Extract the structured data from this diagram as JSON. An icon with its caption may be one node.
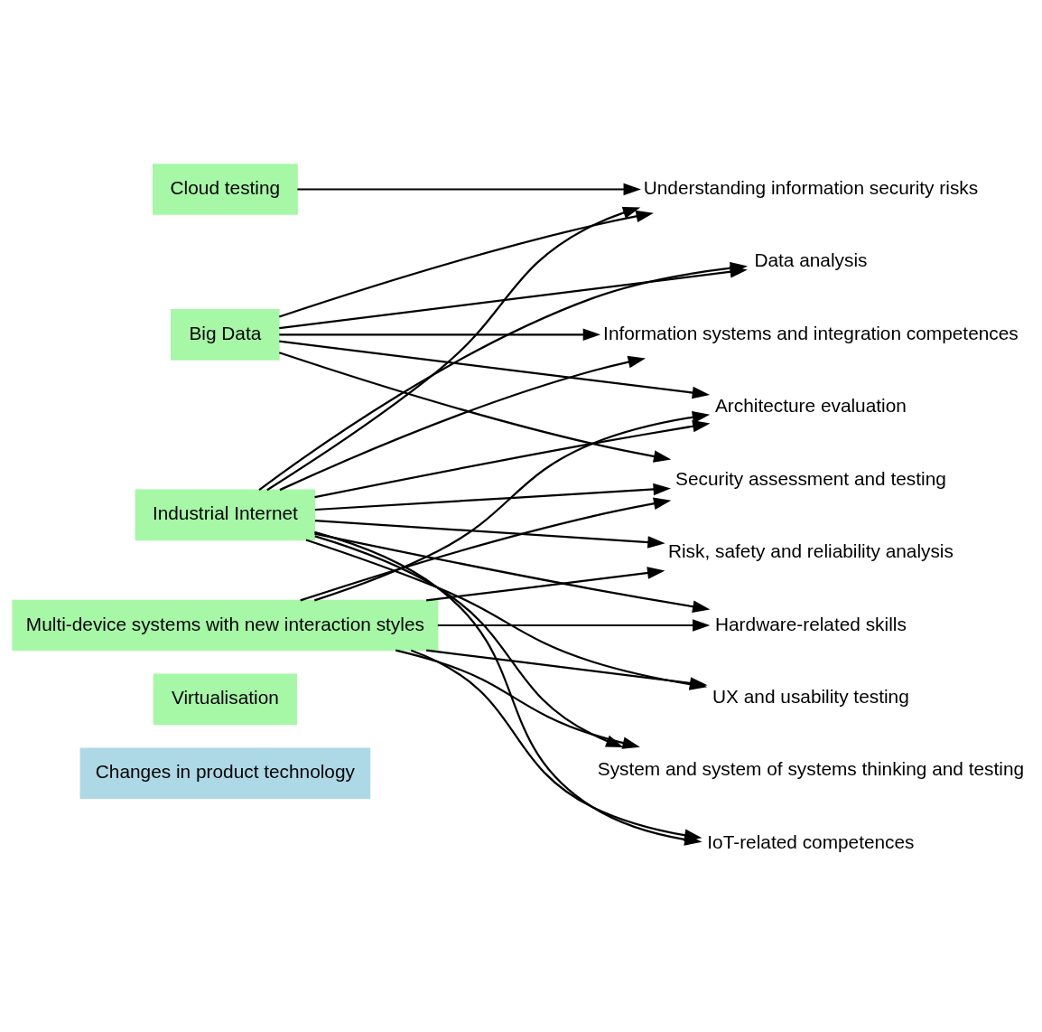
{
  "diagram": {
    "nodes": [
      {
        "text": [
          "Changes in product technology"
        ]
      },
      {
        "text": [
          "Virtualisation"
        ]
      },
      {
        "text": [
          "Cloud testing"
        ]
      },
      {
        "text": [
          "Big Data"
        ]
      },
      {
        "text": [
          "Industrial Internet"
        ]
      },
      {
        "text": [
          "Multi-device systems with new interaction styles"
        ]
      },
      {
        "text": [
          "Understanding information security risks"
        ]
      },
      {
        "text": [
          "Data analysis"
        ]
      },
      {
        "text": [
          "Information systems and integration competences"
        ]
      },
      {
        "text": [
          "Architecture evaluation"
        ]
      },
      {
        "text": [
          "Security assessment and testing"
        ]
      },
      {
        "text": [
          "Hardware-related skills"
        ]
      },
      {
        "text": [
          "UX and usability testing"
        ]
      },
      {
        "text": [
          "System and system of systems thinking and testing"
        ]
      },
      {
        "text": [
          "IoT-related competences"
        ]
      },
      {
        "text": [
          "Risk, safety and reliability analysis"
        ]
      }
    ],
    "edges": [
      {
        "from": 2,
        "to": 6,
        "arrow": "to"
      },
      {
        "from": 3,
        "to": 6,
        "arrow": "to"
      },
      {
        "from": 3,
        "to": 7,
        "arrow": "to"
      },
      {
        "from": 3,
        "to": 8,
        "arrow": "to"
      },
      {
        "from": 3,
        "to": 9,
        "arrow": "to"
      },
      {
        "from": 3,
        "to": 10,
        "arrow": "to"
      },
      {
        "from": 4,
        "to": 6,
        "arrow": "to"
      },
      {
        "from": 4,
        "to": 7,
        "arrow": "to"
      },
      {
        "from": 4,
        "to": 8,
        "arrow": "to"
      },
      {
        "from": 4,
        "to": 9,
        "arrow": "to"
      },
      {
        "from": 4,
        "to": 10,
        "arrow": "to"
      },
      {
        "from": 4,
        "to": 11,
        "arrow": "to"
      },
      {
        "from": 4,
        "to": 12,
        "arrow": "to"
      },
      {
        "from": 4,
        "to": 13,
        "arrow": "to"
      },
      {
        "from": 4,
        "to": 14,
        "arrow": "to"
      },
      {
        "from": 4,
        "to": 15,
        "arrow": "to"
      },
      {
        "from": 5,
        "to": 9,
        "arrow": "to"
      },
      {
        "from": 5,
        "to": 10,
        "arrow": "to"
      },
      {
        "from": 5,
        "to": 11,
        "arrow": "to"
      },
      {
        "from": 5,
        "to": 12,
        "arrow": "to"
      },
      {
        "from": 5,
        "to": 13,
        "arrow": "to"
      },
      {
        "from": 5,
        "to": 14,
        "arrow": "to"
      },
      {
        "from": 5,
        "to": 15,
        "arrow": "to"
      }
    ]
  }
}
